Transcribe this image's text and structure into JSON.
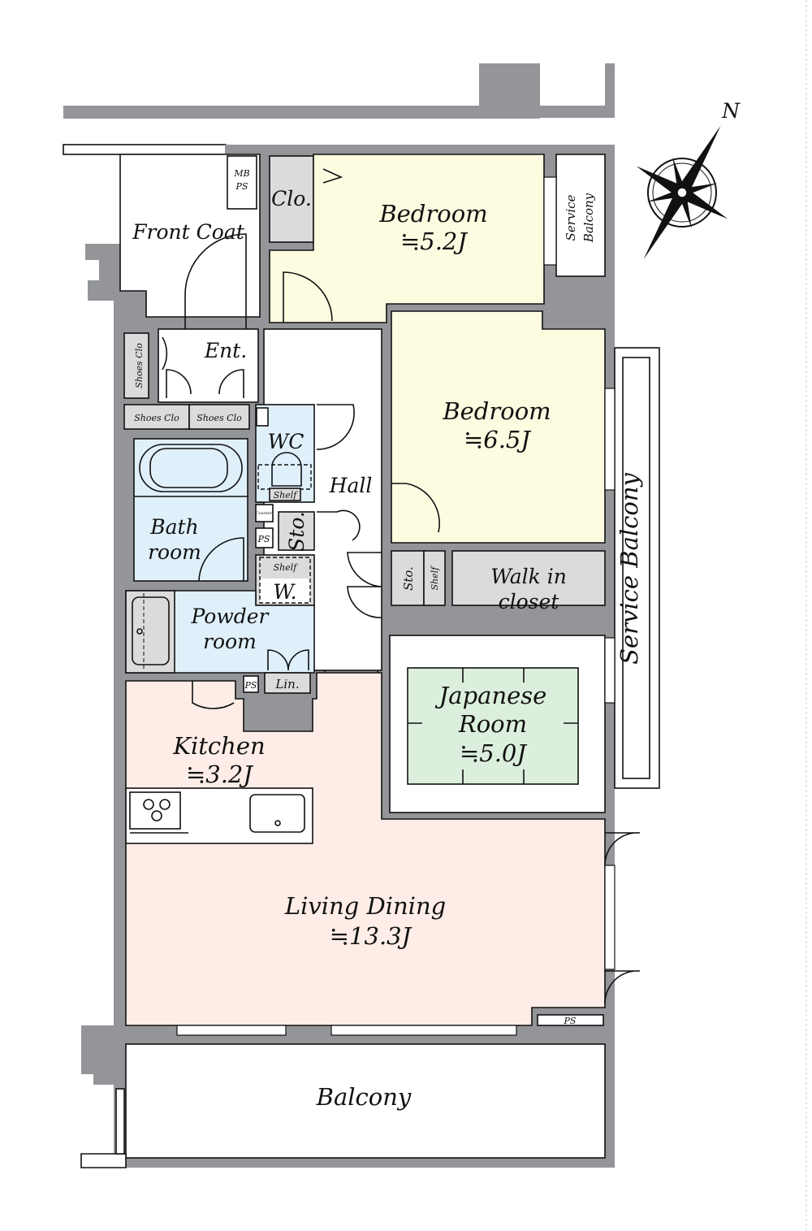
{
  "colors": {
    "wall": "#939598",
    "bedroom": "#fdfbe0",
    "wet_area": "#dff0fb",
    "living": "#fdede6",
    "japanese": "#dcefdc",
    "storage": "#dcdbdb"
  },
  "compass": {
    "north_label": "N",
    "icon": "compass-rose-icon"
  },
  "rooms": {
    "front_coat": "Front Coat",
    "mb_ps_1": "MB",
    "mb_ps_2": "PS",
    "clo": "Clo.",
    "bedroom1_name": "Bedroom",
    "bedroom1_size": "≒5.2J",
    "service_balcony_small_1": "Service",
    "service_balcony_small_2": "Balcony",
    "ent": "Ent.",
    "shoes_clo_v": "Shoes Clo",
    "shoes_clo_h1": "Shoes Clo",
    "shoes_clo_h2": "Shoes Clo",
    "wc": "WC",
    "shelf_wc": "Shelf",
    "counter": "Counter",
    "hall": "Hall",
    "bedroom2_name": "Bedroom",
    "bedroom2_size": "≒6.5J",
    "bath_1": "Bath",
    "bath_2": "room",
    "ps_1": "PS",
    "sto_1": "Sto.",
    "shelf_w": "Shelf",
    "w": "W.",
    "powder_1": "Powder",
    "powder_2": "room",
    "ps_2": "PS",
    "lin": "Lin.",
    "sto_2": "Sto.",
    "shelf_2": "Shelf",
    "walk_in_1": "Walk in",
    "walk_in_2": "closet",
    "service_balcony_long": "Service Balcony",
    "japanese_1": "Japanese",
    "japanese_2": "Room",
    "japanese_size": "≒5.0J",
    "kitchen_name": "Kitchen",
    "kitchen_size": "≒3.2J",
    "living_name": "Living Dining",
    "living_size": "≒13.3J",
    "ps_3": "PS",
    "balcony": "Balcony"
  }
}
